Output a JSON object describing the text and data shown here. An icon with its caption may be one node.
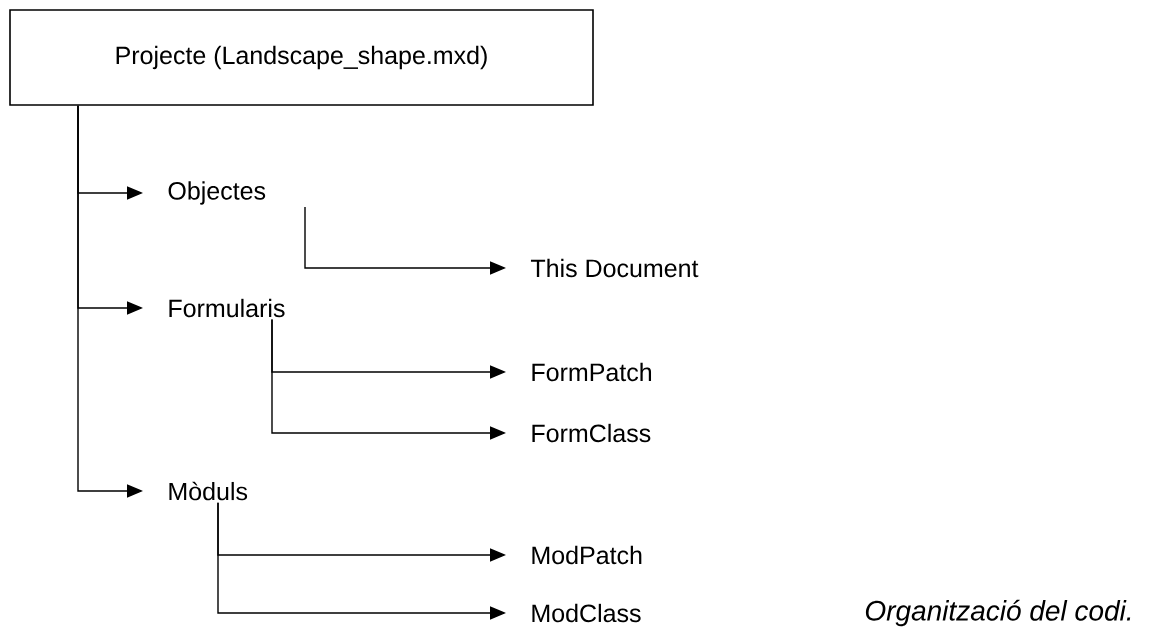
{
  "diagram": {
    "caption": "Organització del codi.",
    "nodes": [
      {
        "text": [
          "Projecte (Landscape_shape.mxd)"
        ]
      },
      {
        "text": [
          "Objectes"
        ]
      },
      {
        "text": [
          "This Document"
        ]
      },
      {
        "text": [
          "Formularis"
        ]
      },
      {
        "text": [
          "FormPatch"
        ]
      },
      {
        "text": [
          "FormClass"
        ]
      },
      {
        "text": [
          "Mòduls"
        ]
      },
      {
        "text": [
          "ModPatch"
        ]
      },
      {
        "text": [
          "ModClass"
        ]
      }
    ],
    "edges": [
      {
        "from": 0,
        "to": 1,
        "arrow": "to"
      },
      {
        "from": 1,
        "to": 2,
        "arrow": "to"
      },
      {
        "from": 0,
        "to": 3,
        "arrow": "to"
      },
      {
        "from": 3,
        "to": 4,
        "arrow": "to"
      },
      {
        "from": 3,
        "to": 5,
        "arrow": "to"
      },
      {
        "from": 0,
        "to": 6,
        "arrow": "to"
      },
      {
        "from": 6,
        "to": 7,
        "arrow": "to"
      },
      {
        "from": 6,
        "to": 8,
        "arrow": "to"
      }
    ]
  }
}
